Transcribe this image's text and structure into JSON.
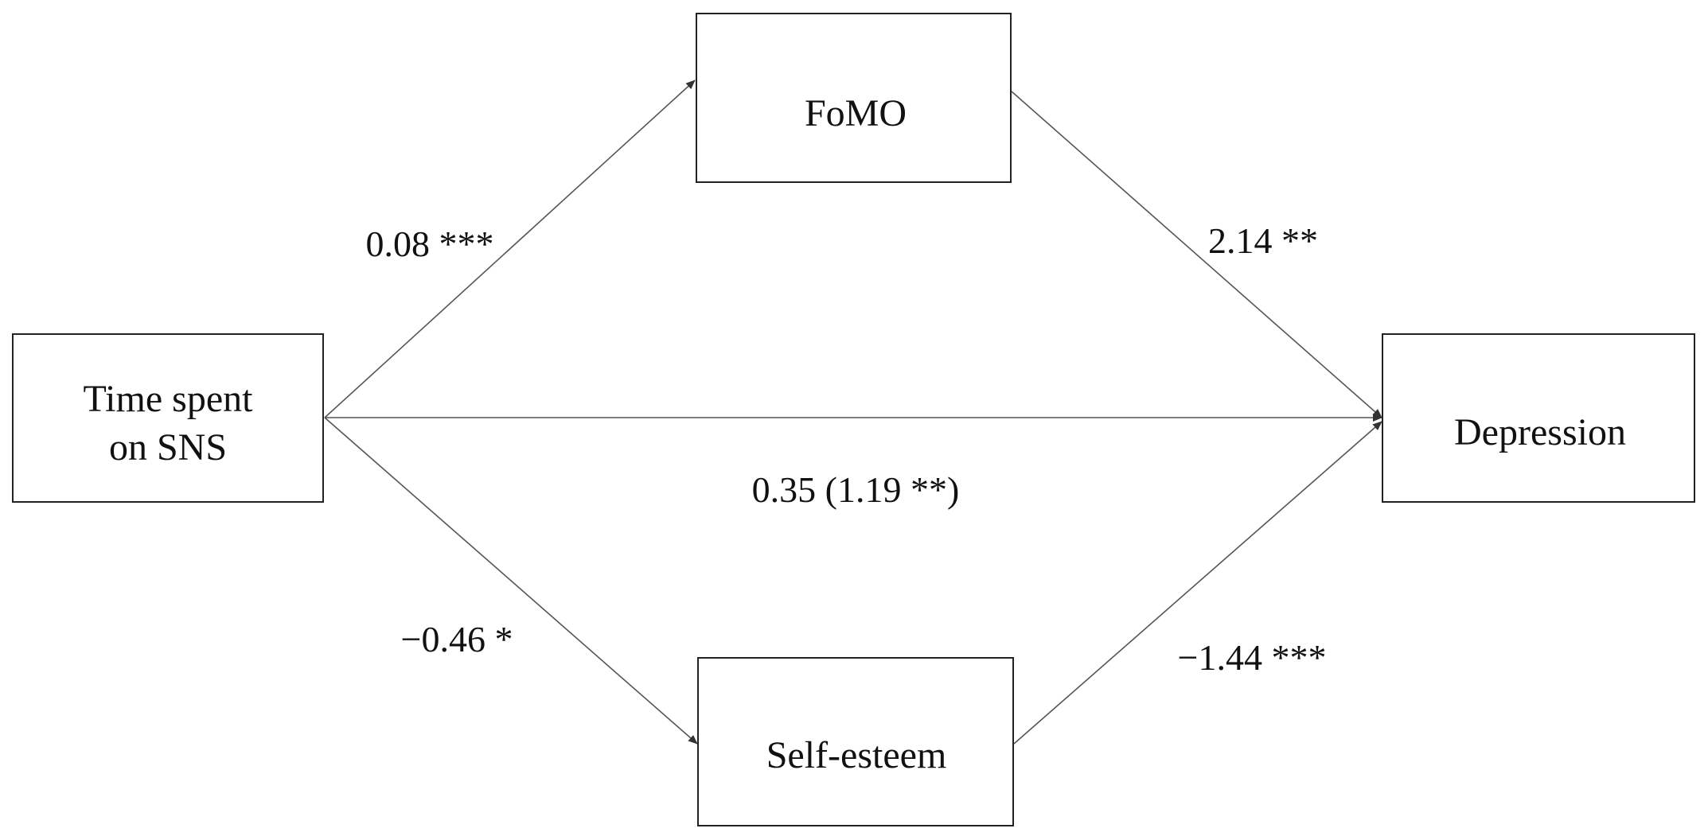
{
  "diagram": {
    "nodes": {
      "time": {
        "line1": "Time spent",
        "line2": "on SNS"
      },
      "fomo": {
        "label": "FoMO"
      },
      "selfesteem": {
        "label": "Self-esteem"
      },
      "depression": {
        "label": "Depression"
      }
    },
    "edges": {
      "time_fomo": {
        "label": "0.08 ***"
      },
      "fomo_depression": {
        "label": "2.14 **"
      },
      "time_depression": {
        "label": "0.35 (1.19 **)"
      },
      "time_selfesteem": {
        "label": "−0.46 *"
      },
      "selfesteem_depression": {
        "label": "−1.44 ***"
      }
    },
    "colors": {
      "line": "#555555",
      "box_border": "#222222",
      "text": "#111111"
    }
  }
}
